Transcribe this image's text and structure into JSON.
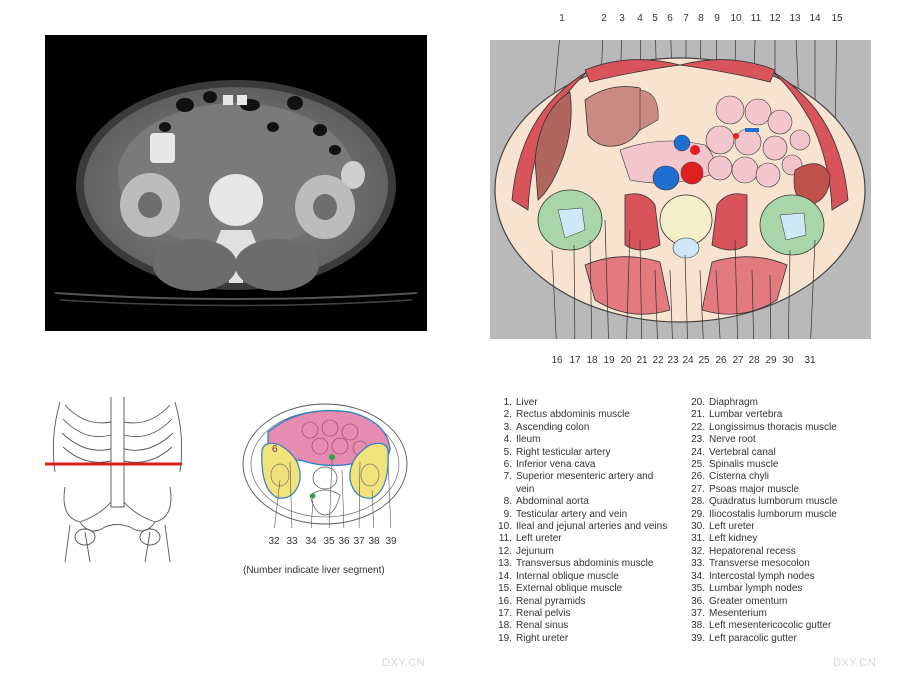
{
  "top_numbers": [
    "1",
    "2",
    "3",
    "4",
    "5",
    "6",
    "7",
    "8",
    "9",
    "10",
    "11",
    "12",
    "13",
    "14",
    "15"
  ],
  "bottom_numbers": [
    "16",
    "17",
    "18",
    "19",
    "20",
    "21",
    "22",
    "23",
    "24",
    "25",
    "26",
    "27",
    "28",
    "29",
    "30",
    "31"
  ],
  "segment_numbers": [
    "32",
    "33",
    "34",
    "35",
    "36",
    "37",
    "38",
    "39"
  ],
  "liver_segment_label": "6",
  "caption": "(Number indicate liver segment)",
  "legend_col1": [
    {
      "n": "1.",
      "t": "Liver"
    },
    {
      "n": "2.",
      "t": "Rectus abdominis muscle"
    },
    {
      "n": "3.",
      "t": "Ascending colon"
    },
    {
      "n": "4.",
      "t": "Ileum"
    },
    {
      "n": "5.",
      "t": "Right testicular artery"
    },
    {
      "n": "6.",
      "t": "Inferior vena cava"
    },
    {
      "n": "7.",
      "t": "Superior mesenteric artery and"
    },
    {
      "n": "",
      "t": "vein"
    },
    {
      "n": "8.",
      "t": "Abdominal aorta"
    },
    {
      "n": "9.",
      "t": "Testicular artery and vein"
    },
    {
      "n": "10.",
      "t": "Ileal and jejunal arteries and veins"
    },
    {
      "n": "11.",
      "t": "Left ureter"
    },
    {
      "n": "12.",
      "t": "Jejunum"
    },
    {
      "n": "13.",
      "t": "Transversus abdominis muscle"
    },
    {
      "n": "14.",
      "t": "Internal oblique muscle"
    },
    {
      "n": "15.",
      "t": "External oblique muscle"
    },
    {
      "n": "16.",
      "t": "Renal pyramids"
    },
    {
      "n": "17.",
      "t": "Renal pelvis"
    },
    {
      "n": "18.",
      "t": "Renal sinus"
    },
    {
      "n": "19.",
      "t": "Right ureter"
    }
  ],
  "legend_col2": [
    {
      "n": "20.",
      "t": "Diaphragm"
    },
    {
      "n": "21.",
      "t": "Lumbar vertebra"
    },
    {
      "n": "22.",
      "t": "Longissimus thoracis muscle"
    },
    {
      "n": "23.",
      "t": "Nerve root"
    },
    {
      "n": "24.",
      "t": "Vertebral canal"
    },
    {
      "n": "25.",
      "t": "Spinalis muscle"
    },
    {
      "n": "26.",
      "t": "Cisterna chyli"
    },
    {
      "n": "27.",
      "t": "Psoas major muscle"
    },
    {
      "n": "28.",
      "t": "Quadratus lumborum muscle"
    },
    {
      "n": "29.",
      "t": "Iliocostalis lumborum muscle"
    },
    {
      "n": "30.",
      "t": "Left ureter"
    },
    {
      "n": "31.",
      "t": "Left kidney"
    },
    {
      "n": "32.",
      "t": "Hepatorenal recess"
    },
    {
      "n": "33.",
      "t": "Transverse mesocolon"
    },
    {
      "n": "34.",
      "t": "Intercostal lymph nodes"
    },
    {
      "n": "35.",
      "t": "Lumbar lymph nodes"
    },
    {
      "n": "36.",
      "t": "Greater omentum"
    },
    {
      "n": "37.",
      "t": "Mesenterium"
    },
    {
      "n": "38.",
      "t": "Left mesentericocolic gutter"
    },
    {
      "n": "39.",
      "t": "Left paracolic gutter"
    }
  ],
  "watermark_left": "DXY.CN",
  "watermark_right": "DXY.CN",
  "colors": {
    "muscle": "#d9545a",
    "liver": "#b0665c",
    "colon": "#d88a86",
    "bowel": "#f2c6cc",
    "kidney": "#a8d6a8",
    "aorta": "#e02020",
    "ivc": "#1e6fd0",
    "fat": "#fbe9d8",
    "bg_grey": "#b9b9b9",
    "segment_pink": "#e58cb0",
    "segment_yellow": "#f2e27a",
    "segment_blue": "#2a7fc9"
  }
}
